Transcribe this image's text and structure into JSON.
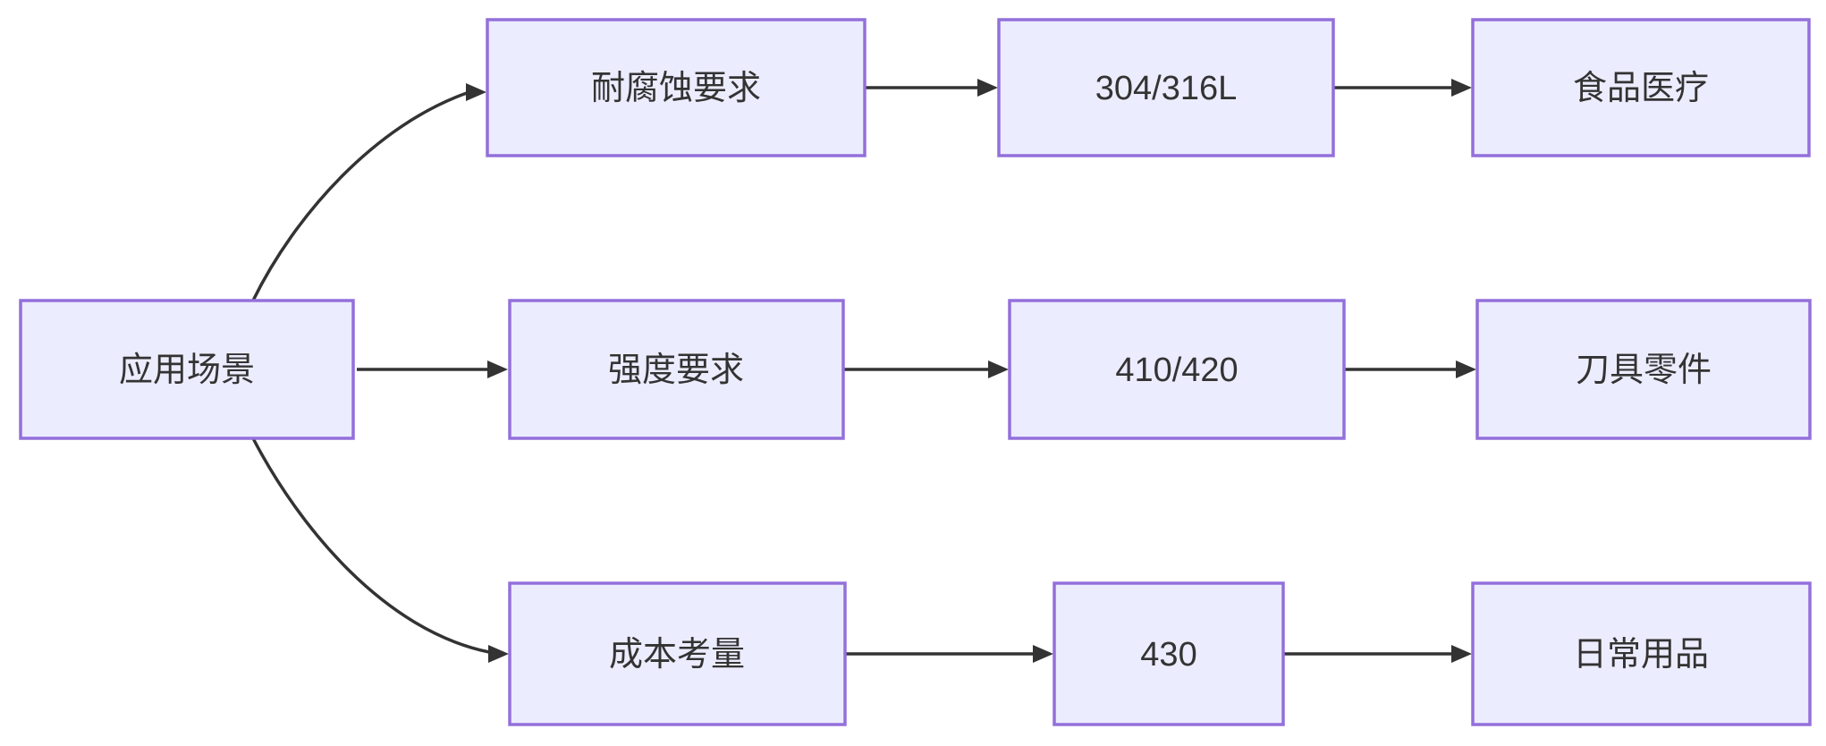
{
  "diagram": {
    "type": "flowchart-LR",
    "root": {
      "label": "应用场景"
    },
    "branches": [
      {
        "criterion": "耐腐蚀要求",
        "grade": "304/316L",
        "application": "食品医疗"
      },
      {
        "criterion": "强度要求",
        "grade": "410/420",
        "application": "刀具零件"
      },
      {
        "criterion": "成本考量",
        "grade": "430",
        "application": "日常用品"
      }
    ],
    "edges": [
      {
        "from": "应用场景",
        "to": "耐腐蚀要求"
      },
      {
        "from": "耐腐蚀要求",
        "to": "304/316L"
      },
      {
        "from": "304/316L",
        "to": "食品医疗"
      },
      {
        "from": "应用场景",
        "to": "强度要求"
      },
      {
        "from": "强度要求",
        "to": "410/420"
      },
      {
        "from": "410/420",
        "to": "刀具零件"
      },
      {
        "from": "应用场景",
        "to": "成本考量"
      },
      {
        "from": "成本考量",
        "to": "430"
      },
      {
        "from": "430",
        "to": "日常用品"
      }
    ]
  },
  "theme": {
    "node_fill": "#ECECFF",
    "node_border": "#9370DB",
    "edge_color": "#333333",
    "text_color": "#333333",
    "background": "#FFFFFF"
  }
}
